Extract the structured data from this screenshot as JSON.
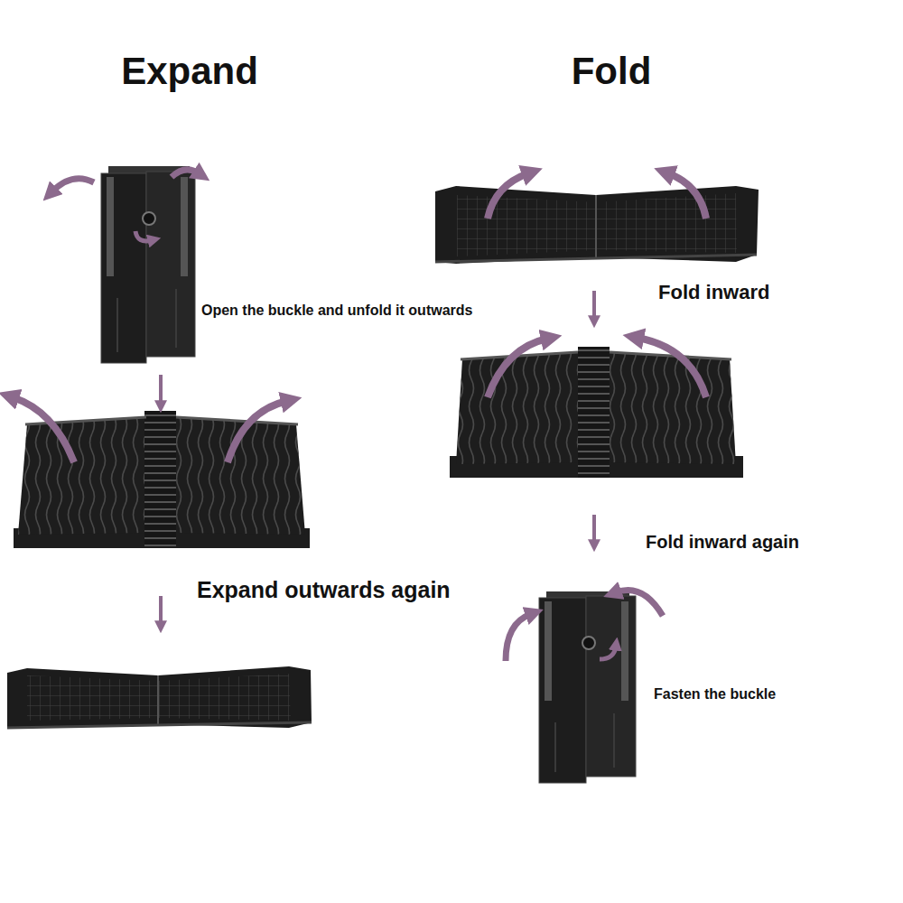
{
  "diagram": {
    "labels": [
      "Expand",
      "Fold",
      "Open the buckle and unfold it outwards",
      "Expand outwards again",
      "Fold inward",
      "Fold inward again",
      "Fasten the buckle"
    ]
  }
}
